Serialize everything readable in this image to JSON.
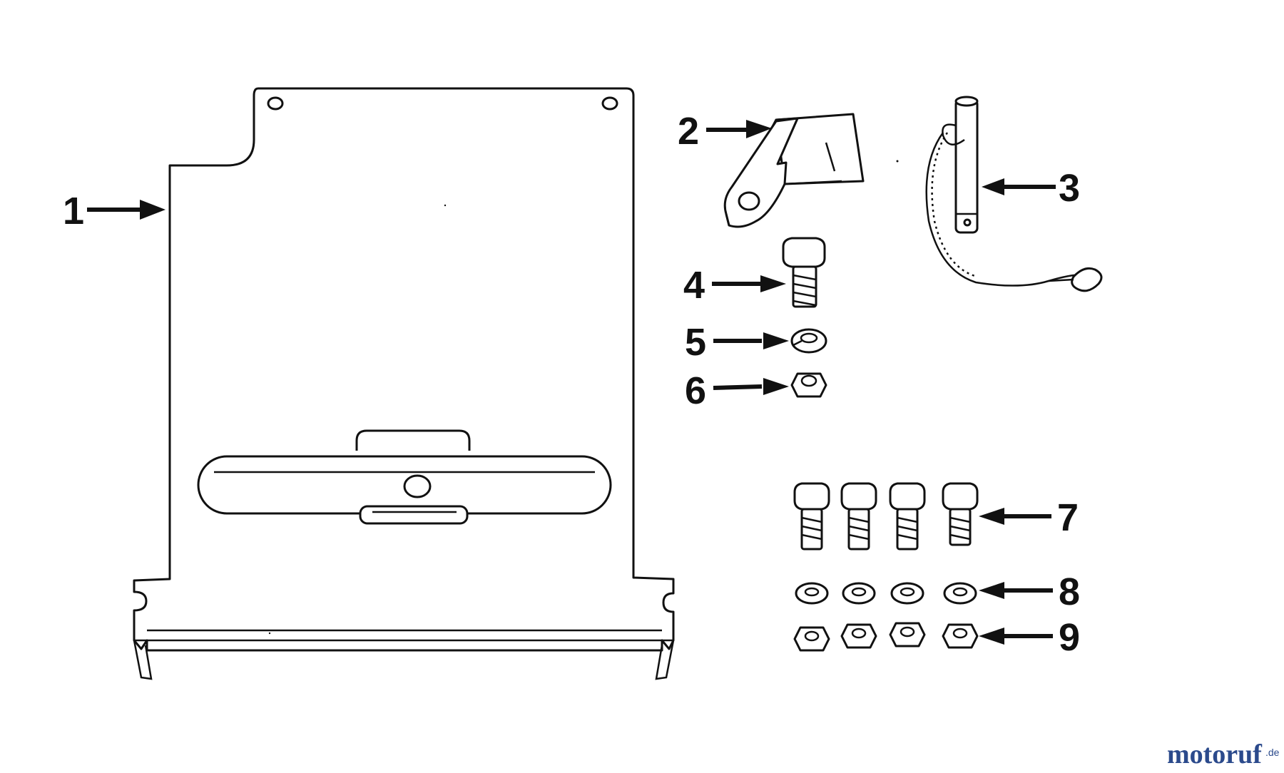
{
  "callouts": [
    "1",
    "2",
    "3",
    "4",
    "5",
    "6",
    "7",
    "8",
    "9"
  ],
  "watermark": {
    "brand": "motoruf",
    "suffix": ".de",
    "color_main": "#2b4a8c",
    "color_accent": "#c0392b"
  }
}
